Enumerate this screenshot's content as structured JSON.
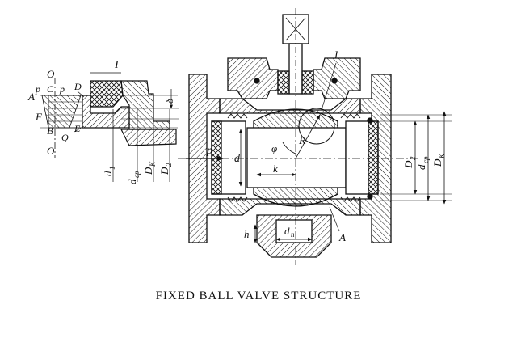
{
  "caption": "FIXED BALL VALVE STRUCTURE",
  "colors": {
    "ink": "#111111",
    "paper": "#ffffff"
  },
  "detail_labels": {
    "detail_mark": "I",
    "O_top": "O",
    "O_bottom": "O",
    "A": "A",
    "p1": "p",
    "C": "C",
    "p2": "p",
    "D": "D",
    "F": "F",
    "B": "B",
    "Q": "Q",
    "E": "E",
    "delta": "δ",
    "d1": "d",
    "d1_sub": "1",
    "dcp": "d",
    "dcp_sub": "cp",
    "DK": "D",
    "DK_sub": "K",
    "D2": "D",
    "D2_sub": "2"
  },
  "valve_labels": {
    "detail_ref": "I",
    "p": "p",
    "d": "d",
    "phi": "φ",
    "R": "R",
    "k": "k",
    "h": "h",
    "dn": "d",
    "dn_sub": "n",
    "A": "A",
    "D2": "D",
    "D2_sub": "2",
    "dcp": "d",
    "dcp_sub": "cp",
    "DK": "D",
    "DK_sub": "K"
  }
}
